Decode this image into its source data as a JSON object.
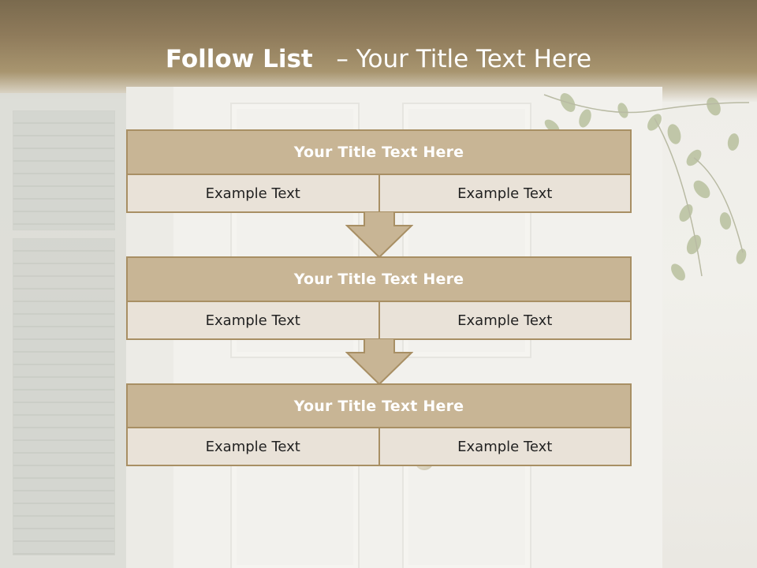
{
  "title": {
    "bold": "Follow List",
    "separator": "–",
    "rest": "Your Title Text Here"
  },
  "blocks": [
    {
      "title": "Your Title Text Here",
      "cells": [
        "Example Text",
        "Example Text"
      ]
    },
    {
      "title": "Your Title Text Here",
      "cells": [
        "Example Text",
        "Example Text"
      ]
    },
    {
      "title": "Your Title Text Here",
      "cells": [
        "Example Text",
        "Example Text"
      ]
    }
  ],
  "colors": {
    "header_band": "#7a6a4e",
    "block_title_fill": "#c8b595",
    "block_border": "#a88f64",
    "cell_fill": "#e9e2d8",
    "arrow_fill": "#c8b595"
  },
  "icons": {
    "connector": "down-arrow-icon"
  }
}
